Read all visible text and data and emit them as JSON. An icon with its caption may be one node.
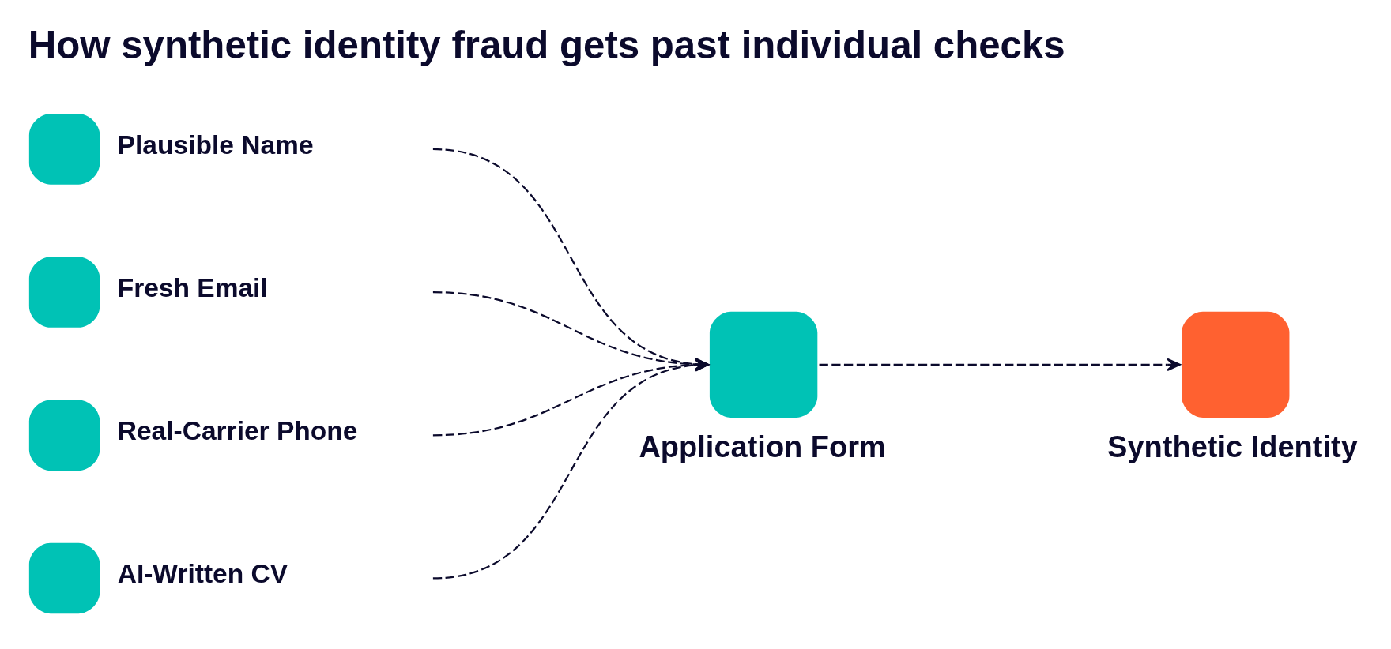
{
  "diagram": {
    "title": "How synthetic identity fraud gets past individual checks",
    "nodes": [
      {
        "text": [
          "Plausible Name"
        ]
      },
      {
        "text": [
          "Fresh Email"
        ]
      },
      {
        "text": [
          "Real-Carrier Phone"
        ]
      },
      {
        "text": [
          "AI-Written CV"
        ]
      },
      {
        "text": [
          "Application Form"
        ]
      },
      {
        "text": [
          "Synthetic Identity"
        ]
      }
    ],
    "edges": [
      {
        "from": 0,
        "to": 4,
        "arrow": "to",
        "style": "dashed"
      },
      {
        "from": 1,
        "to": 4,
        "arrow": "to",
        "style": "dashed"
      },
      {
        "from": 2,
        "to": 4,
        "arrow": "to",
        "style": "dashed"
      },
      {
        "from": 3,
        "to": 4,
        "arrow": "to",
        "style": "dashed"
      },
      {
        "from": 4,
        "to": 5,
        "arrow": "to",
        "style": "dashed"
      }
    ]
  }
}
